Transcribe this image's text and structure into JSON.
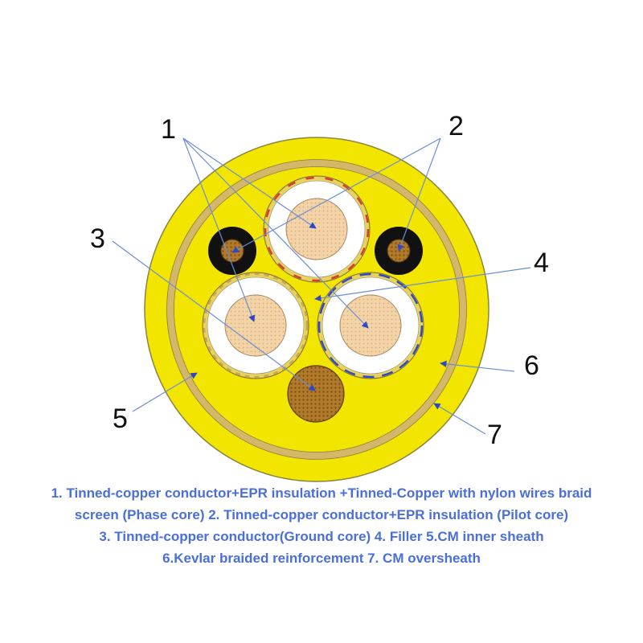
{
  "labels": {
    "l1": "1",
    "l2": "2",
    "l3": "3",
    "l4": "4",
    "l5": "5",
    "l6": "6",
    "l7": "7"
  },
  "caption": [
    "1. Tinned-copper conductor+EPR insulation +Tinned-Copper with nylon wires braid",
    "screen (Phase core)  2. Tinned-copper conductor+EPR insulation (Pilot core)",
    "3. Tinned-copper conductor(Ground core)   4. Filler  5.CM inner sheath",
    "6.Kevlar braided reinforcement   7. CM oversheath"
  ],
  "colors": {
    "oversheath": "#f2e600",
    "inner_sheath": "#f2e600",
    "kevlar_ring": "#d4b86a",
    "conductor": "#f3d3a8",
    "insulation": "#ffffff",
    "ground_core": "#b07a2a",
    "pilot_insulation": "#111111",
    "caption_text": "#4a6fd8",
    "pointer": "#6a8ed8",
    "screen_red": "#d83a3a",
    "screen_blue": "#2e48c8"
  }
}
